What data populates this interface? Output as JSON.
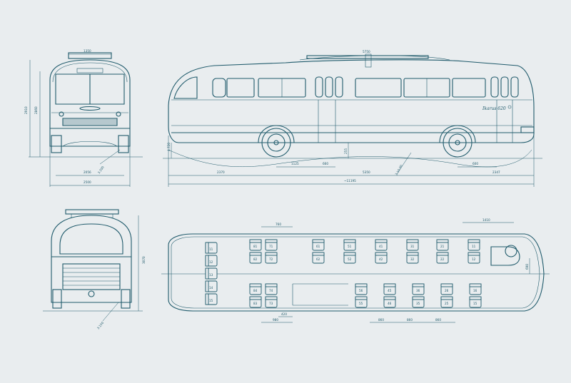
{
  "colors": {
    "background": "#e9edef",
    "line": "#1f5a6b"
  },
  "front_view": {
    "dims": {
      "top_width": "1350",
      "height_total": "2910",
      "height_body": "2860",
      "ground_clearance": "3.200",
      "track": "2056",
      "width": "2500"
    }
  },
  "side_view": {
    "logo": "Ikarus 620",
    "dims": {
      "roof_rack": "5750",
      "front_clearance": "4.720",
      "front_overhang": "2370",
      "front_axle_off": "1125",
      "axle_mid": "660",
      "step": "255",
      "angle": "2.10.00",
      "wheelbase": "5350",
      "rear_axle_off": "600",
      "rear_overhang": "2347",
      "total_length": "~11195"
    }
  },
  "rear_view": {
    "dims": {
      "height": "3070",
      "clearance": "3.150"
    }
  },
  "plan_view": {
    "dims": {
      "seat_pitch_top": "760",
      "driver_width": "1410",
      "driver_depth": "690",
      "door_width": "980",
      "aisle_gap": "420",
      "seat_pitch_a": "860",
      "seat_pitch_b": "860",
      "seat_pitch_c": "860"
    },
    "rear_bench": [
      "11",
      "12",
      "13",
      "14",
      "15"
    ],
    "top_seats": [
      "81",
      "82",
      "71",
      "72",
      "61",
      "62",
      "51",
      "52",
      "41",
      "42",
      "31",
      "32",
      "21",
      "22",
      "11",
      "12"
    ],
    "bottom_left_seats": [
      "84",
      "83",
      "74",
      "73"
    ],
    "bottom_right_seats": [
      "56",
      "55",
      "45",
      "46",
      "36",
      "35",
      "26",
      "25",
      "16",
      "15"
    ]
  }
}
